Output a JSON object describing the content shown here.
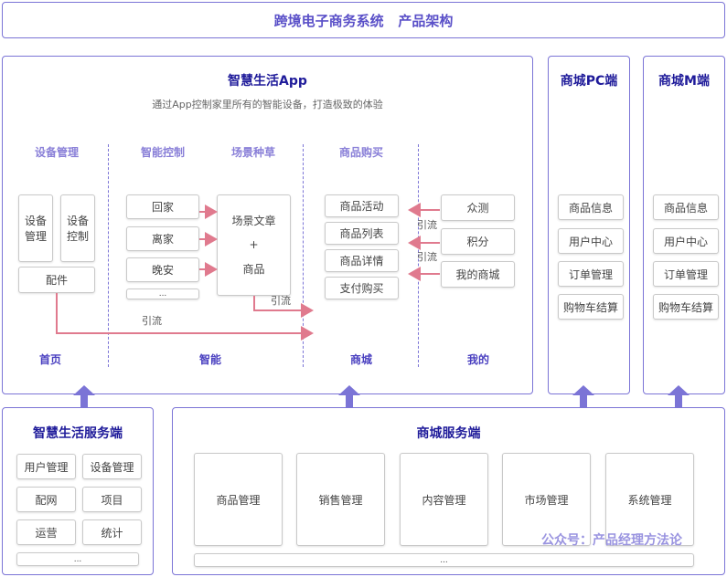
{
  "header": {
    "title": "跨境电子商务系统   产品架构"
  },
  "app": {
    "title": "智慧生活App",
    "subtitle": "通过App控制家里所有的智能设备，打造极致的体验",
    "columns": {
      "device": {
        "head": "设备管理",
        "foot": "首页",
        "boxes": [
          "设备\n管理",
          "设备\n控制",
          "配件"
        ]
      },
      "smart": {
        "head": "智能控制",
        "foot": "智能",
        "boxes": [
          "回家",
          "离家",
          "晚安",
          "..."
        ]
      },
      "scene": {
        "head": "场景种草",
        "box": "场景文章\n+\n商品"
      },
      "mall": {
        "head": "商品购买",
        "foot": "商城",
        "boxes": [
          "商品活动",
          "商品列表",
          "商品详情",
          "支付购买"
        ]
      },
      "mine": {
        "foot": "我的",
        "boxes": [
          "众测",
          "积分",
          "我的商城"
        ]
      }
    },
    "flow_labels": [
      "引流",
      "引流",
      "引流",
      "引流"
    ]
  },
  "pc": {
    "title": "商城PC端",
    "boxes": [
      "商品信息",
      "用户中心",
      "订单管理",
      "购物车结算"
    ]
  },
  "m": {
    "title": "商城M端",
    "boxes": [
      "商品信息",
      "用户中心",
      "订单管理",
      "购物车结算"
    ]
  },
  "life_server": {
    "title": "智慧生活服务端",
    "boxes": [
      "用户管理",
      "设备管理",
      "配网",
      "项目",
      "运营",
      "统计",
      "..."
    ]
  },
  "mall_server": {
    "title": "商城服务端",
    "boxes": [
      "商品管理",
      "销售管理",
      "内容管理",
      "市场管理",
      "系统管理",
      "..."
    ]
  },
  "watermark": "公众号：产品经理方法论",
  "colors": {
    "frame": "#7b74d6",
    "arrow_up": "#7b74d6",
    "flow_arrow": "#e07a8e",
    "title": "#1f1b9a"
  }
}
